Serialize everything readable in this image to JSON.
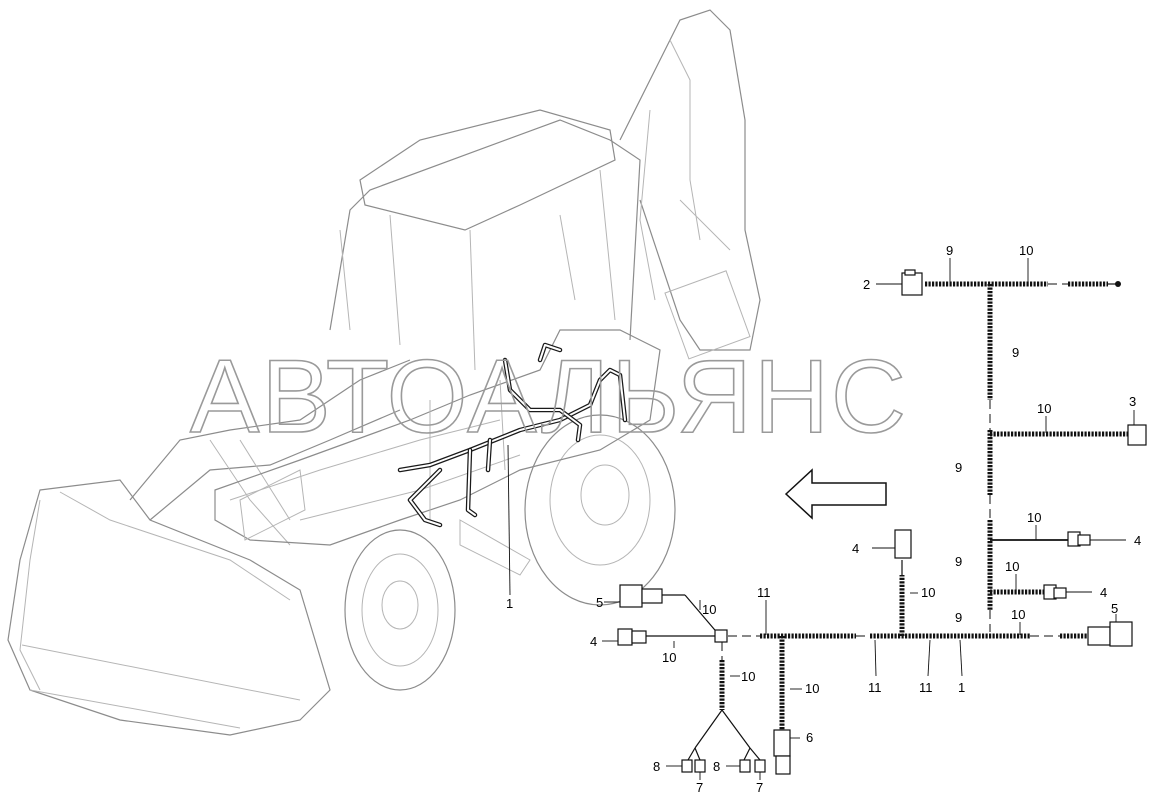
{
  "watermark": "АВТОАЛЬЯНС",
  "callouts": {
    "harness_on_machine": "1",
    "c2": "2",
    "c3": "3",
    "c4_right_top": "4",
    "c4_right_mid": "4",
    "c4_center": "4",
    "c4_left": "4",
    "c5_left": "5",
    "c5_right": "5",
    "c6": "6",
    "c7_left": "7",
    "c7_right": "7",
    "c8_left": "8",
    "c8_right": "8",
    "c9_top": "9",
    "c9_upper": "9",
    "c9_mid": "9",
    "c9_low": "9",
    "c9_bottom": "9",
    "c10_top": "10",
    "c10_3": "10",
    "c10_4a": "10",
    "c10_4b": "10",
    "c10_5r": "10",
    "c10_vert_center": "10",
    "c10_5l": "10",
    "c10_4l": "10",
    "c10_down_a": "10",
    "c10_down_b": "10",
    "c11_top": "11",
    "c11_left": "11",
    "c11_mid": "11",
    "c1_main": "1"
  },
  "icons": {
    "direction_arrow": "arrow-left-outline-icon"
  }
}
